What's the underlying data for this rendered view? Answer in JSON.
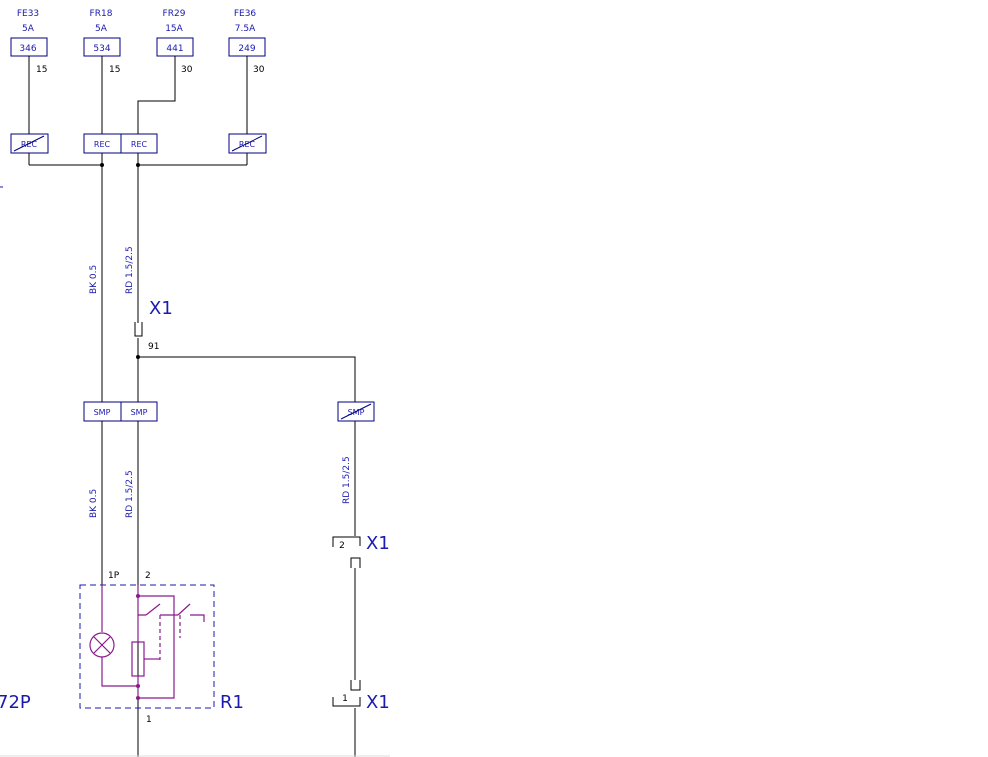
{
  "colors": {
    "wire": "#000000",
    "label": "#1a1ab0",
    "component": "#8b1a8b",
    "box_border": "#000080"
  },
  "fuses": [
    {
      "name": "FE33",
      "rating": "5A",
      "code": "346",
      "pin": "15"
    },
    {
      "name": "FR18",
      "rating": "5A",
      "code": "534",
      "pin": "15"
    },
    {
      "name": "FR29",
      "rating": "15A",
      "code": "441",
      "pin": "30"
    },
    {
      "name": "FE36",
      "rating": "7.5A",
      "code": "249",
      "pin": "30"
    }
  ],
  "rec_boxes": [
    "REC",
    "REC",
    "REC",
    "REC"
  ],
  "smp_boxes": [
    "SMP",
    "SMP",
    "SMP"
  ],
  "wire_labels": {
    "bk_upper": "BK 0.5",
    "rd_upper": "RD 1.5/2.5",
    "bk_lower": "BK 0.5",
    "rd_lower": "RD 1.5/2.5",
    "rd_right": "RD 1.5/2.5"
  },
  "connectors": {
    "x1_top": {
      "name": "X1",
      "pin": "91"
    },
    "x1_right_upper": {
      "name": "X1",
      "pin": "2"
    },
    "x1_right_lower": {
      "name": "X1",
      "pin": "1"
    }
  },
  "component": {
    "name": "R1",
    "pin_left": "1P",
    "pin_right": "2",
    "pin_bottom": "1"
  },
  "edge_label": "72P"
}
